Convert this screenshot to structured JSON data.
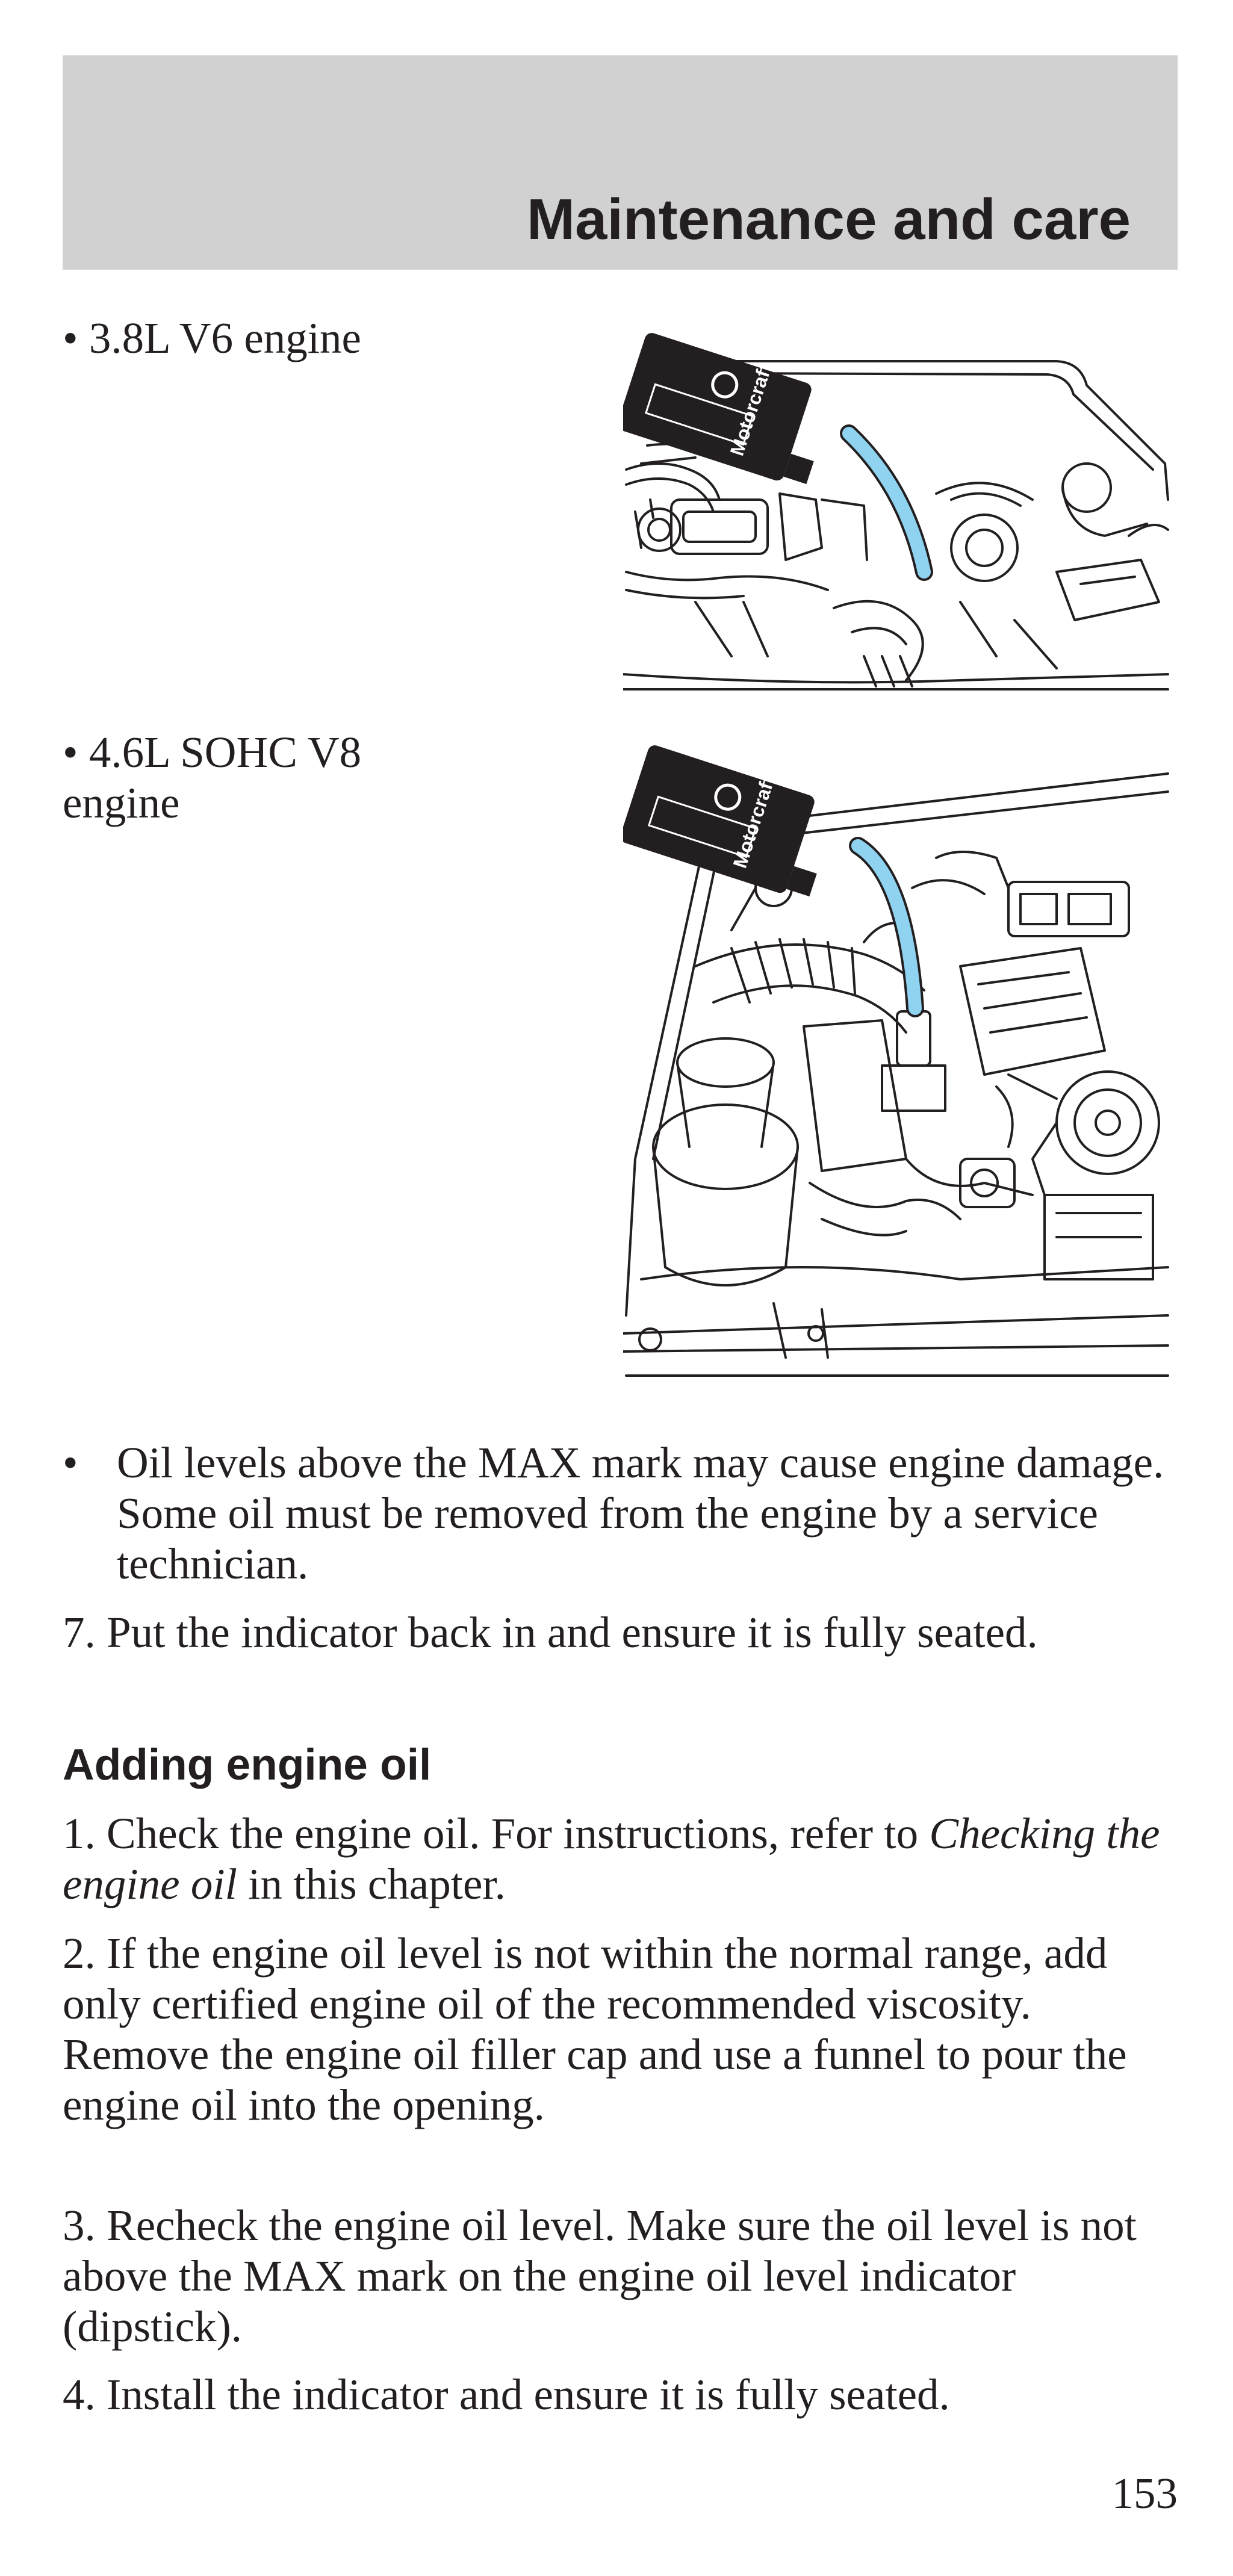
{
  "header": {
    "title": "Maintenance and care"
  },
  "engines": [
    {
      "bullet": "•",
      "label": "3.8L V6 engine",
      "bottle_brand": "Motorcraft"
    },
    {
      "bullet": "•",
      "label_line1": "4.6L SOHC V8",
      "label_line2": "engine",
      "bottle_brand": "Motorcraft"
    }
  ],
  "warning_bullet": {
    "bullet": "•",
    "text": "Oil levels above the MAX mark may cause engine damage. Some oil must be removed from the engine by a service technician."
  },
  "step7": "7. Put the indicator back in and ensure it is fully seated.",
  "section": {
    "heading": "Adding engine oil",
    "step1_prefix": "1. Check the engine oil. For instructions, refer to ",
    "step1_italic": "Checking the engine oil",
    "step1_suffix": " in this chapter.",
    "step2": "2. If the engine oil level is not within the normal range, add only certified engine oil of the recommended viscosity. Remove the engine oil filler cap and use a funnel to pour the engine oil into the opening.",
    "step3": "3. Recheck the engine oil level. Make sure the oil level is not above the MAX mark on the engine oil level indicator (dipstick).",
    "step4": "4. Install the indicator and ensure it is fully seated."
  },
  "page_number": "153",
  "colors": {
    "header_band": "#d1d1d1",
    "oil_stream": "#8fd3f0",
    "ink": "#231f20"
  }
}
